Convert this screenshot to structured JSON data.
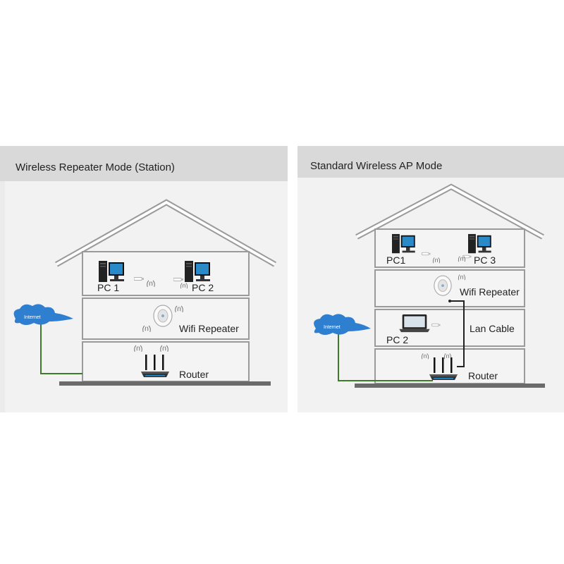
{
  "left": {
    "title": "Wireless Repeater Mode (Station)",
    "cloud_label": "Internet",
    "pc1": "PC 1",
    "pc2": "PC 2",
    "repeater": "Wifi Repeater",
    "router": "Router"
  },
  "right": {
    "title": "Standard Wireless AP Mode",
    "cloud_label": "Internet",
    "pc1": "PC1",
    "pc3": "PC 3",
    "repeater": "Wifi Repeater",
    "lan": "Lan Cable",
    "pc2": "PC 2",
    "router": "Router"
  },
  "colors": {
    "cable": "#3e7a2a",
    "cloud": "#2f7fd0",
    "house_line": "#9a9a9a",
    "ground": "#6b6b6b"
  }
}
